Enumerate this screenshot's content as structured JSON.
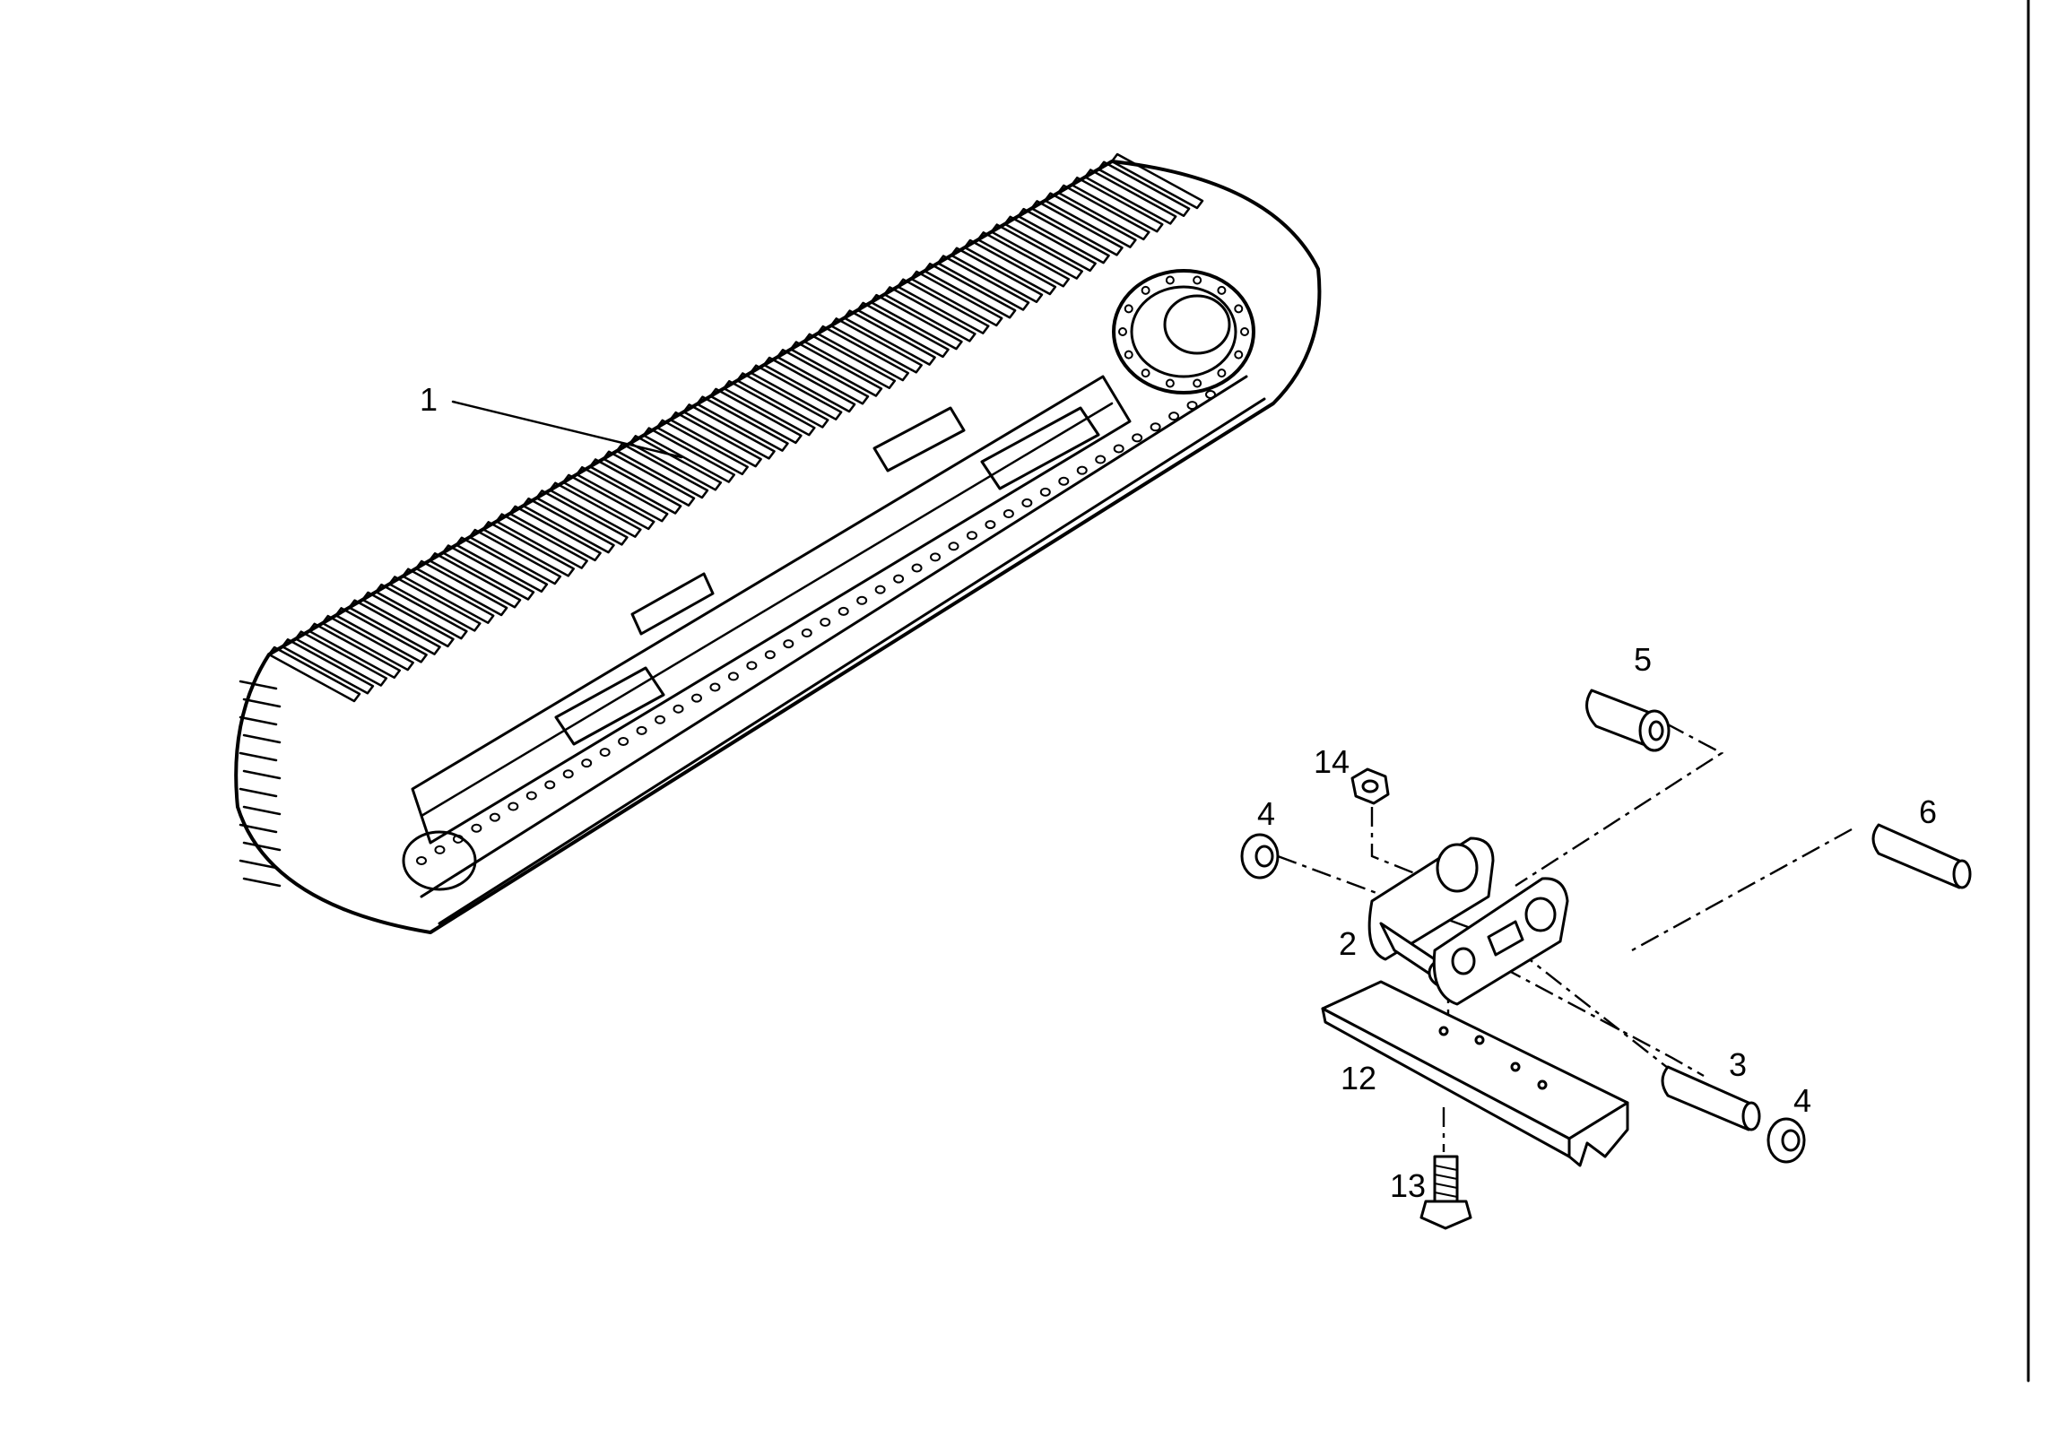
{
  "diagram": {
    "kind": "exploded-parts-view",
    "colors": {
      "ink": "#000000",
      "background": "#ffffff"
    },
    "callouts": [
      {
        "id": "c1",
        "text": "1"
      },
      {
        "id": "c2",
        "text": "2"
      },
      {
        "id": "c3",
        "text": "3"
      },
      {
        "id": "c4a",
        "text": "4"
      },
      {
        "id": "c4b",
        "text": "4"
      },
      {
        "id": "c5",
        "text": "5"
      },
      {
        "id": "c6",
        "text": "6"
      },
      {
        "id": "c12",
        "text": "12"
      },
      {
        "id": "c13",
        "text": "13"
      },
      {
        "id": "c14",
        "text": "14"
      }
    ]
  }
}
